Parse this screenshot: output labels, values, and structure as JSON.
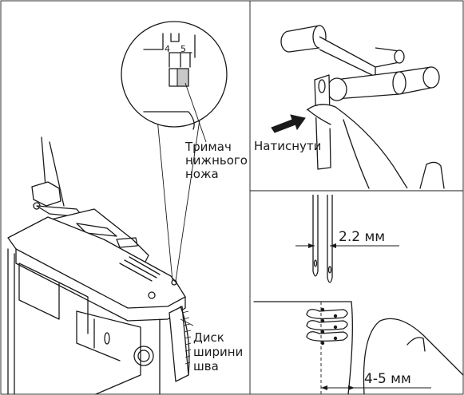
{
  "labels": {
    "scale_4": "4",
    "scale_5": "5",
    "lower_knife_holder": [
      "Тримач",
      "нижнього",
      "ножа"
    ],
    "stitch_width_dial": [
      "Диск",
      "ширини",
      "шва"
    ],
    "press": "Натиснути",
    "needle_distance": "2.2 мм",
    "trim_distance": "4-5 мм"
  },
  "colors": {
    "line": "#1a1a1a",
    "knife_holder_fill": "#c8c8c8",
    "background": "#ffffff"
  }
}
